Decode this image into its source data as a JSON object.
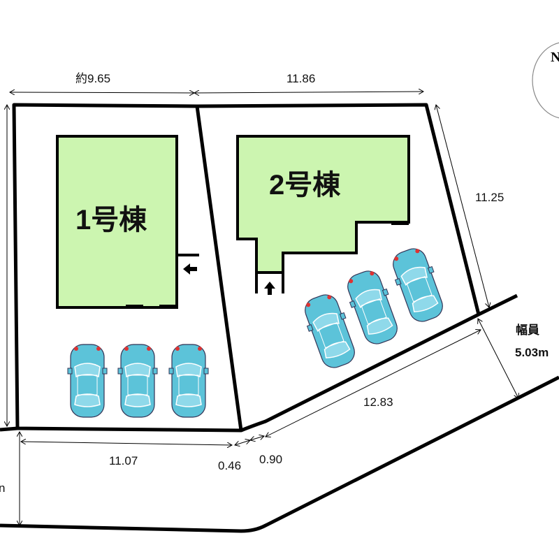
{
  "colors": {
    "house": "#ccf5b0",
    "car": "#5cc3d9",
    "line": "#000000"
  },
  "buildings": [
    {
      "label": "1号棟"
    },
    {
      "label": "2号棟"
    }
  ],
  "dimensions": {
    "top_left": "約9.65",
    "top_right": "11.86",
    "right_side": "11.25",
    "road_front_lot2": "12.83",
    "bottom_lot1": "11.07",
    "corner_a": "0.46",
    "corner_b": "0.90",
    "road_width_label": "幅員",
    "road_width_value": "5.03m",
    "left_road_partial": "n"
  },
  "compass": {
    "label": "N"
  },
  "parking": {
    "lot1_cars": 3,
    "lot2_cars": 3
  }
}
